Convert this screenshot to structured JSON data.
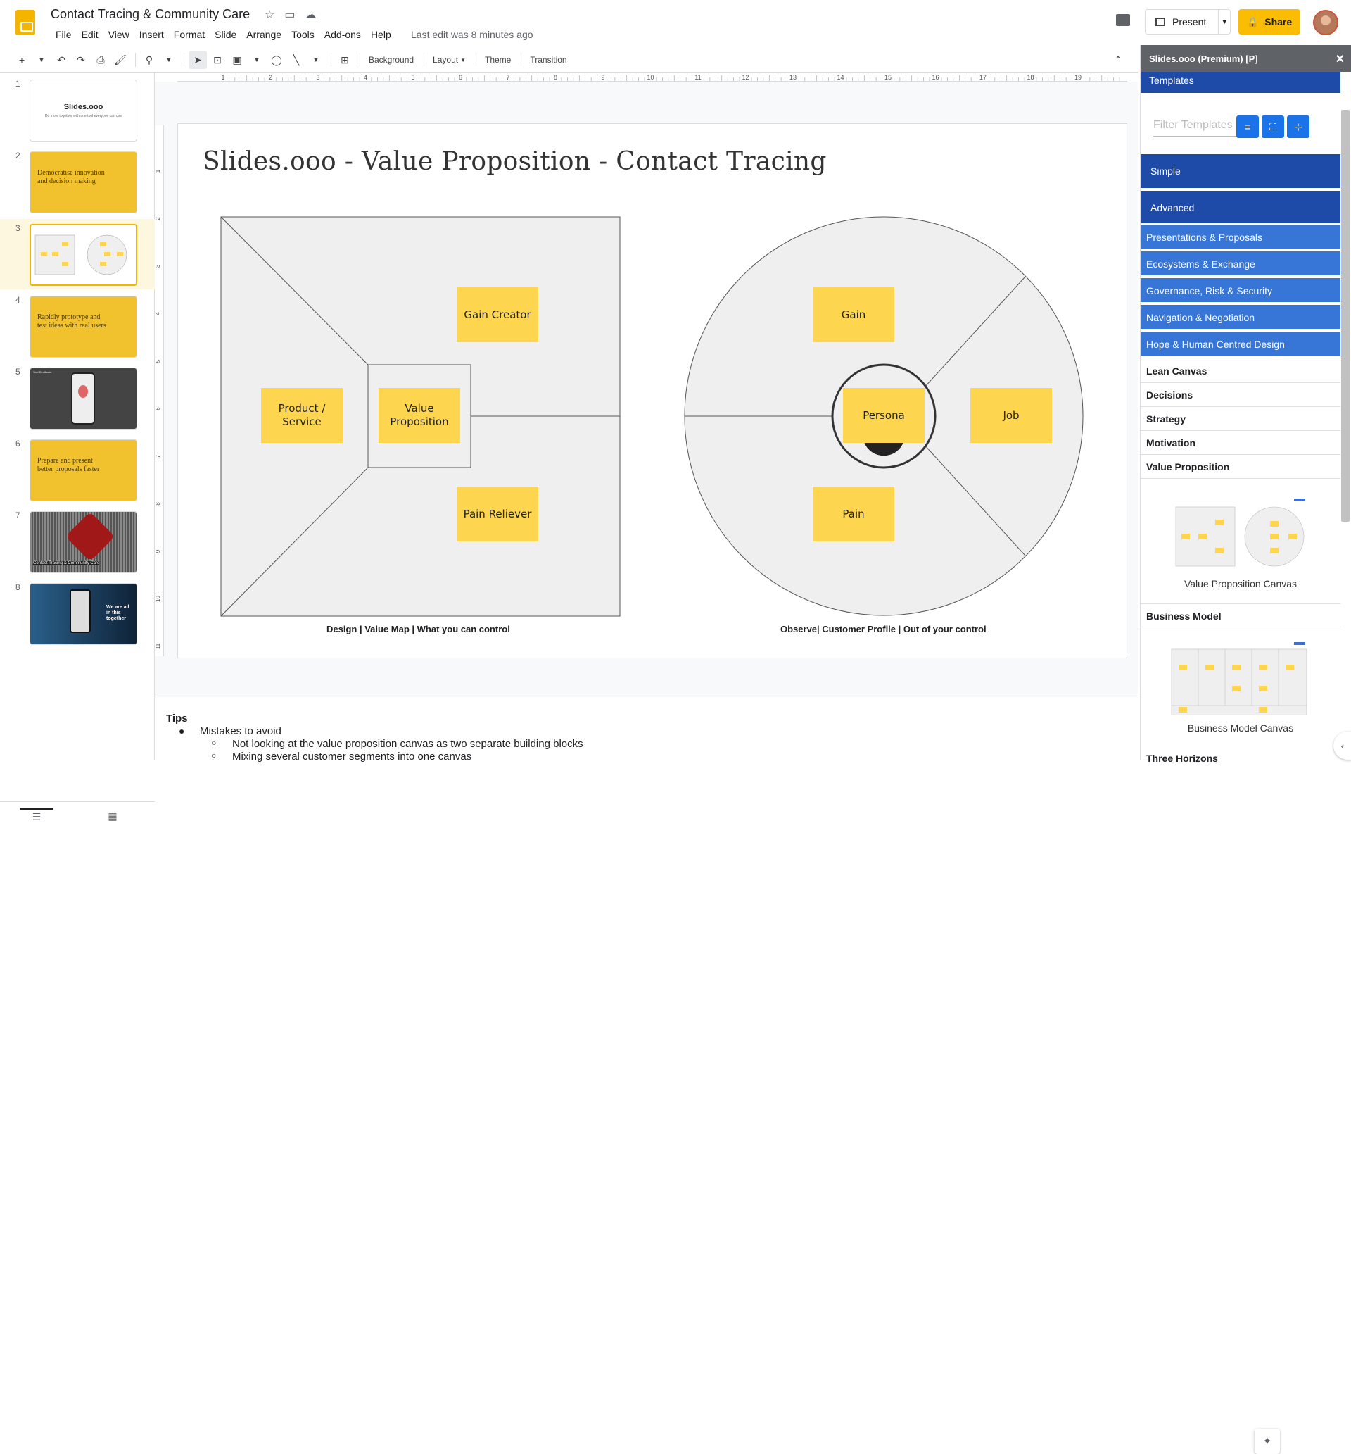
{
  "app": {
    "title": "Contact Tracing & Community Care",
    "last_edit": "Last edit was 8 minutes ago",
    "menu": [
      "File",
      "Edit",
      "View",
      "Insert",
      "Format",
      "Slide",
      "Arrange",
      "Tools",
      "Add-ons",
      "Help"
    ],
    "present_label": "Present",
    "share_label": "Share"
  },
  "toolbar": {
    "background_label": "Background",
    "layout_label": "Layout",
    "theme_label": "Theme",
    "transition_label": "Transition"
  },
  "ruler_h": [
    "1",
    "2",
    "3",
    "4",
    "5",
    "6",
    "7",
    "8",
    "9",
    "10",
    "11",
    "12",
    "13",
    "14",
    "15",
    "16",
    "17",
    "18",
    "19"
  ],
  "ruler_v": [
    "1",
    "2",
    "3",
    "4",
    "5",
    "6",
    "7",
    "8",
    "9",
    "10",
    "11"
  ],
  "slides": [
    {
      "num": "1",
      "title": "Slides.ooo",
      "subtitle": "Do more together with one tool everyone can use"
    },
    {
      "num": "2",
      "text": "Democratise innovation and decision making"
    },
    {
      "num": "3"
    },
    {
      "num": "4",
      "text": "Rapidly prototype and test ideas with real users"
    },
    {
      "num": "5",
      "text": "Vaxi Certificate"
    },
    {
      "num": "6",
      "text": "Prepare and present better proposals faster"
    },
    {
      "num": "7",
      "text": "Contact Tracing & Community Care"
    },
    {
      "num": "8",
      "text": "We are all in this together"
    }
  ],
  "slide": {
    "title": "Slides.ooo - Value Proposition - Contact Tracing",
    "stickies": {
      "gain_creator": "Gain Creator",
      "product_service": "Product / Service",
      "value_proposition": "Value Proposition",
      "pain_reliever": "Pain Reliever",
      "gain": "Gain",
      "persona": "Persona",
      "job": "Job",
      "pain": "Pain"
    },
    "caption_left": "Design | Value Map | What you can control",
    "caption_right": "Observe| Customer Profile | Out of your control"
  },
  "notes": {
    "heading": "Tips",
    "item1": "Mistakes to avoid",
    "sub1": "Not looking at the value proposition canvas as two separate building blocks",
    "sub2": "Mixing several customer segments into one canvas"
  },
  "panel": {
    "header": "Slides.ooo (Premium) [P]",
    "templates_tab": "Templates",
    "filter_placeholder": "Filter Templates",
    "dark_categories": [
      "Simple",
      "Advanced"
    ],
    "blue_categories": [
      "Presentations & Proposals",
      "Ecosystems & Exchange",
      "Governance, Risk & Security",
      "Navigation & Negotiation",
      "Hope & Human Centred Design"
    ],
    "plain_categories": [
      "Lean Canvas",
      "Decisions",
      "Strategy",
      "Motivation",
      "Value Proposition"
    ],
    "card1_label": "Value Proposition Canvas",
    "section_business": "Business Model",
    "card2_label": "Business Model Canvas",
    "section_three": "Three Horizons"
  },
  "colors": {
    "accent": "#fbbc04",
    "sticky": "#fdd54f",
    "panel_dark": "#1e4aa8",
    "panel_blue": "#3775d6",
    "canvas_fill": "#efefef"
  }
}
